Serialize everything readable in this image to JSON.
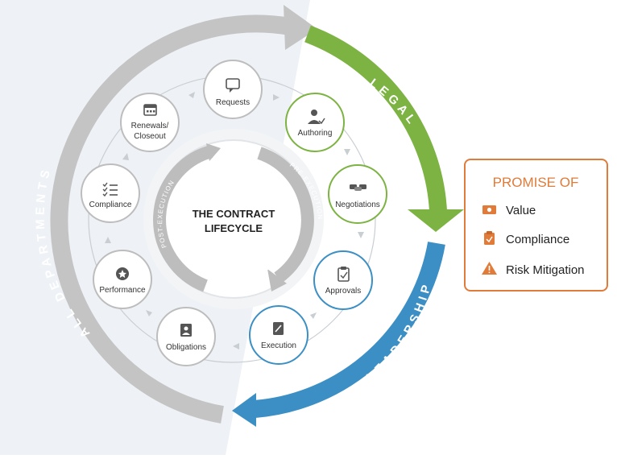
{
  "center": {
    "line1": "THE CONTRACT",
    "line2": "LIFECYCLE"
  },
  "inner_arcs": {
    "pre": "PRE-EXECUTION",
    "post": "POST-EXECUTION"
  },
  "outer_arcs": {
    "all_departments": "ALL DEPARTMENTS",
    "legal": "LEGAL",
    "senior_leadership": "SENIOR LEADERSHIP"
  },
  "stages": [
    {
      "id": "requests",
      "label": "Requests",
      "icon": "chat-bubble-icon",
      "color": "#bdbdbd"
    },
    {
      "id": "authoring",
      "label": "Authoring",
      "icon": "person-check-icon",
      "color": "#7cb342"
    },
    {
      "id": "negotiations",
      "label": "Negotiations",
      "icon": "handshake-icon",
      "color": "#7cb342"
    },
    {
      "id": "approvals",
      "label": "Approvals",
      "icon": "clipboard-check-icon",
      "color": "#3b8fc4"
    },
    {
      "id": "execution",
      "label": "Execution",
      "icon": "pen-document-icon",
      "color": "#3b8fc4"
    },
    {
      "id": "obligations",
      "label": "Obligations",
      "icon": "person-document-icon",
      "color": "#bdbdbd"
    },
    {
      "id": "performance",
      "label": "Performance",
      "icon": "star-badge-icon",
      "color": "#bdbdbd"
    },
    {
      "id": "compliance",
      "label": "Compliance",
      "icon": "checklist-icon",
      "color": "#bdbdbd"
    },
    {
      "id": "renewals",
      "label_lines": [
        "Renewals/",
        "Closeout"
      ],
      "icon": "calendar-icon",
      "color": "#bdbdbd"
    }
  ],
  "promise": {
    "title": "PROMISE OF",
    "items": [
      {
        "label": "Value",
        "icon": "money-icon"
      },
      {
        "label": "Compliance",
        "icon": "clipboard-icon"
      },
      {
        "label": "Risk Mitigation",
        "icon": "warning-icon"
      }
    ]
  },
  "colors": {
    "green": "#7cb342",
    "blue": "#3b8fc4",
    "gray": "#c4c4c4",
    "orange": "#e07b39",
    "left_bg": "#eef2f6"
  }
}
